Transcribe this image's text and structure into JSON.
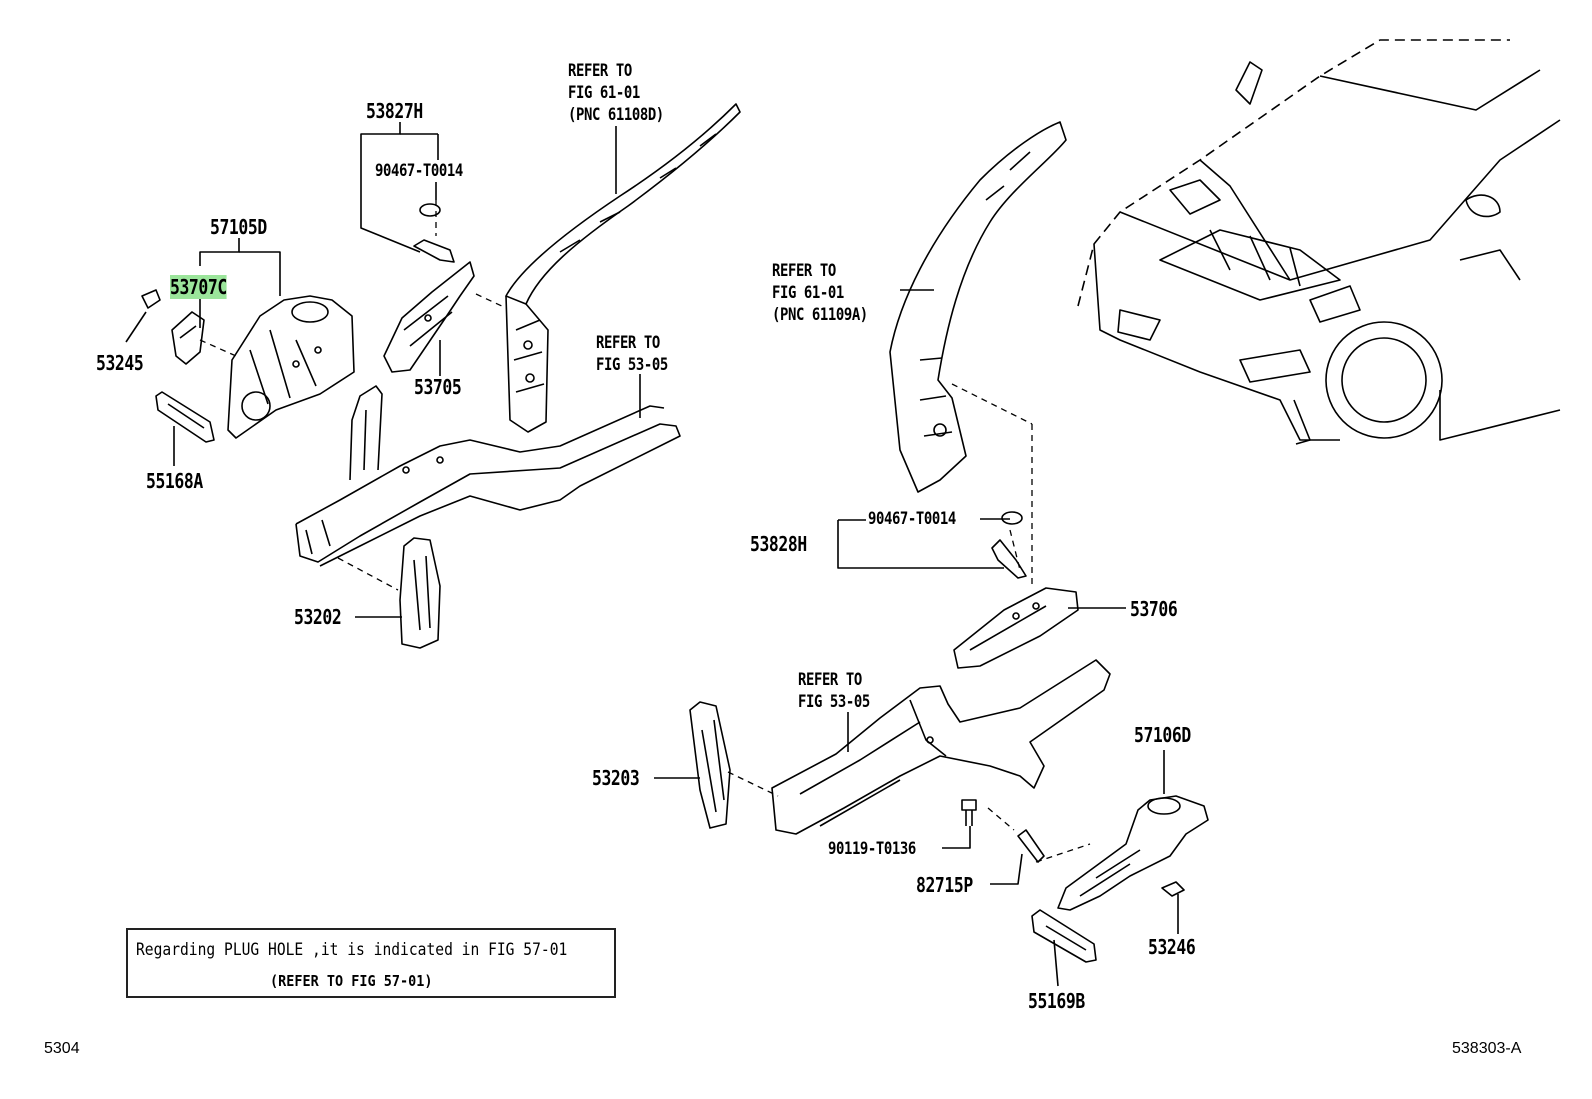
{
  "labels": {
    "p53827H": "53827H",
    "p90467_top": "90467-T0014",
    "p57105D": "57105D",
    "p53707C": "53707C",
    "p53245": "53245",
    "p53705": "53705",
    "p55168A": "55168A",
    "p53202": "53202",
    "p53828H": "53828H",
    "p90467_mid": "90467-T0014",
    "p53706": "53706",
    "p53203": "53203",
    "p57106D": "57106D",
    "p90119": "90119-T0136",
    "p82715P": "82715P",
    "p53246": "53246",
    "p55169B": "55169B"
  },
  "refs": {
    "r1": [
      "REFER TO",
      "FIG 61-01",
      "(PNC 61108D)"
    ],
    "r2": [
      "REFER TO",
      "FIG 53-05"
    ],
    "r3": [
      "REFER TO",
      "FIG 61-01",
      "(PNC 61109A)"
    ],
    "r4": [
      "REFER TO",
      "FIG 53-05"
    ]
  },
  "note": {
    "line1": "Regarding PLUG HOLE ,it is indicated in FIG 57-01",
    "line2": "(REFER TO FIG 57-01)"
  },
  "footer": {
    "left": "5304",
    "right": "538303-A"
  },
  "colors": {
    "highlight": "#9be59b",
    "ink": "#000000"
  }
}
